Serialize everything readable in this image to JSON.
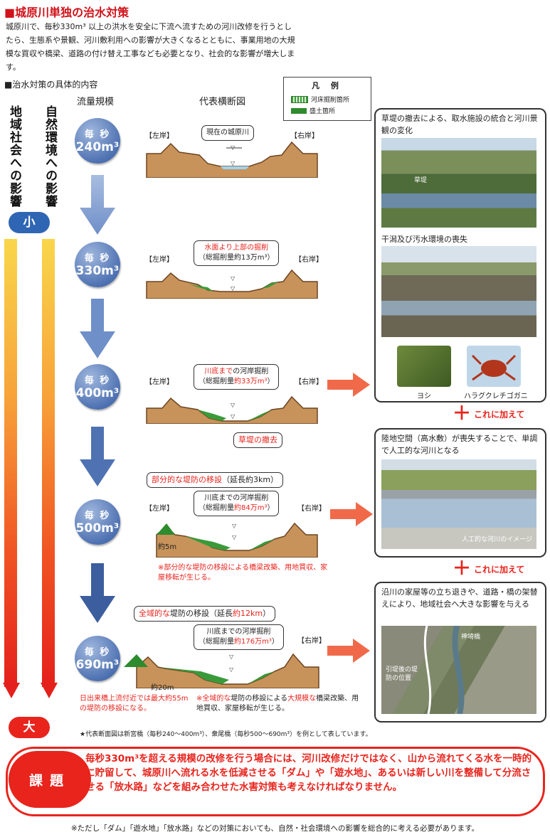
{
  "header": {
    "title": "■城原川単独の治水対策",
    "intro": "城原川で、毎秒330m³ 以上の洪水を安全に下流へ流すための河川改修を行うとしたら、生態系や景観、河川敷利用への影響が大きくなるとともに、事業用地の大規模な買収や橋梁、道路の付け替え工事なども必要となり、社会的な影響が増大します。",
    "subtitle": "■治水対策の具体的内容"
  },
  "legend": {
    "title": "凡 例",
    "items": [
      {
        "label": "河床掘削箇所",
        "color": "#3a9a3a"
      },
      {
        "label": "盛土箇所",
        "color": "#2e8b2e"
      }
    ]
  },
  "axis": {
    "social": "地域社会への影響",
    "nature": "自然環境への影響",
    "small": "小",
    "large": "大",
    "flow_header": "流量規模",
    "section_header": "代表横断図"
  },
  "scenarios": [
    {
      "unit": "毎 秒",
      "value": "240m³",
      "left": "【左岸】",
      "right": "【右岸】",
      "bubble_lines": [
        "現在の城原川"
      ]
    },
    {
      "unit": "毎 秒",
      "value": "330m³",
      "left": "【左岸】",
      "right": "【右岸】",
      "bubble_red": "水面より上部の掘削",
      "bubble_sub": "（総掘削量約13万m³）"
    },
    {
      "unit": "毎 秒",
      "value": "400m³",
      "left": "【左岸】",
      "right": "【右岸】",
      "bubble_red": "川底まで",
      "bubble_rest": "の河岸掘削",
      "bubble_sub_pre": "（総掘削量",
      "bubble_sub_red": "約33万m³",
      "bubble_sub_post": "）",
      "callout": "草堤の撤去"
    },
    {
      "unit": "毎 秒",
      "value": "500m³",
      "left": "【左岸】",
      "right": "【右岸】",
      "levee_red": "部分的な堤防の移設",
      "levee_rest": "（延長約3km）",
      "bubble_main": "川底までの河岸掘削",
      "bubble_sub_pre": "（総掘削量",
      "bubble_sub_red": "約84万m³",
      "bubble_sub_post": "）",
      "dim": "約5m",
      "note": "※部分的な堤防の移設による橋梁改築、用地買収、家屋移転が生じる。"
    },
    {
      "unit": "毎 秒",
      "value": "690m³",
      "left": "",
      "right": "【右岸】",
      "levee_red": "全域的な",
      "levee_rest": "堤防の移設（延長",
      "levee_red2": "約12km",
      "levee_end": "）",
      "bubble_main": "川底までの河岸掘削",
      "bubble_sub_pre": "（総掘削量",
      "bubble_sub_red": "約176万m³",
      "bubble_sub_post": "）",
      "dim": "約20m",
      "note_left": "日出来橋上流付近では最大約55mの堤防の移設になる。",
      "note_red1": "※全域的な",
      "note_black1": "堤防の移設による",
      "note_red2": "大規模な",
      "note_black2": "橋梁改築、用地買収、家屋移転が生じる。"
    }
  ],
  "panels": [
    {
      "caption1": "草堤の撤去による、取水施設の統合と河川景観の変化",
      "photo1_label": "草堤",
      "caption2": "干潟及び汚水環境の喪失",
      "photo_a": "ヨシ",
      "photo_b": "ハラグクレチゴガニ"
    },
    {
      "caption": "陸地空間（高水敷）が喪失することで、単調で人工的な河川となる",
      "photo_label": "人工的な河川のイメージ"
    },
    {
      "caption": "沿川の家屋等の立ち退きや、道路・橋の架替えにより、地域社会へ大きな影響を与える",
      "label_a": "神埼橋",
      "label_b": "引堤後の堤防の位置"
    }
  ],
  "plus_labels": [
    "これに加えて",
    "これに加えて"
  ],
  "footnote": "★代表断面図は新宮橋（毎秒240〜400m³）、衆尾橋（毎秒500〜690m³）を例として表しています。",
  "issue": {
    "badge": "課題",
    "text": "毎秒330m³を超える規模の改修を行う場合には、河川改修だけではなく、山から流れてくる水を一時的に貯留して、城原川へ流れる水を低減させる「ダム」や「遊水地」、あるいは新しい川を整備して分流させる「放水路」などを組み合わせた水害対策も考えなければなりません。"
  },
  "bottom_note": "※ただし「ダム」「遊水地」「放水路」などの対策においても、自然・社会環境への影響を総合的に考える必要があります。"
}
